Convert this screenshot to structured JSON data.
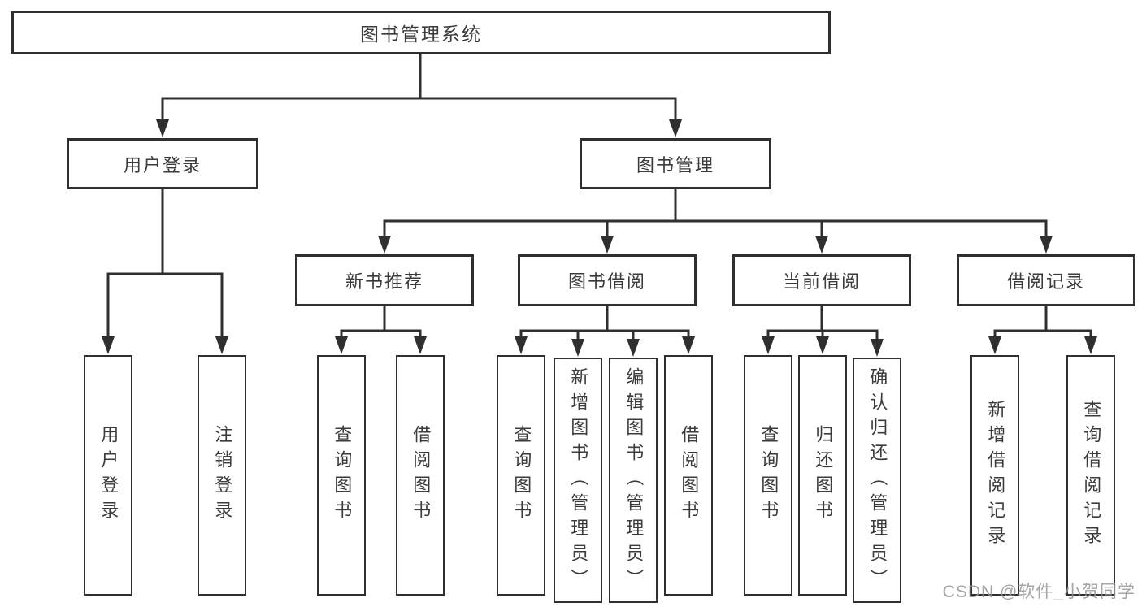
{
  "root": {
    "label": "图书管理系统"
  },
  "level2": [
    {
      "label": "用户登录"
    },
    {
      "label": "图书管理"
    }
  ],
  "level3": [
    {
      "label": "新书推荐"
    },
    {
      "label": "图书借阅"
    },
    {
      "label": "当前借阅"
    },
    {
      "label": "借阅记录"
    }
  ],
  "leaves": {
    "user_login": [
      "用户登录",
      "注销登录"
    ],
    "new_book": [
      "查询图书",
      "借阅图书"
    ],
    "book_borrow": [
      "查询图书",
      "新增图书（管理员）",
      "编辑图书（管理员）",
      "借阅图书"
    ],
    "current_borrow": [
      "查询图书",
      "归还图书",
      "确认归还（管理员）"
    ],
    "borrow_record": [
      "新增借阅记录",
      "查询借阅记录"
    ]
  },
  "watermark": "CSDN @软件_小贺同学",
  "colors": {
    "line": "#2f2f2f",
    "box_border": "#2f2f2f",
    "text": "#3b3b3b",
    "watermark": "#949494",
    "background": "#ffffff"
  }
}
